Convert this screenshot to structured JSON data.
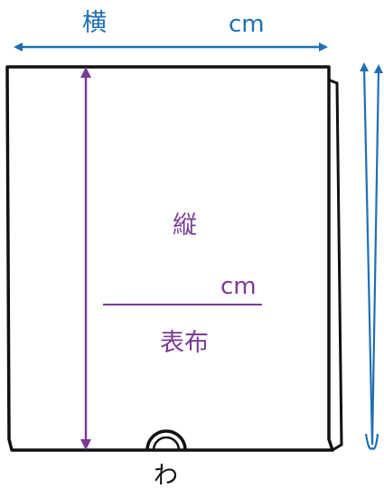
{
  "width_label": {
    "text": "横",
    "unit": "cm"
  },
  "height_label": {
    "text": "縦",
    "unit": "cm"
  },
  "fabric_label": "表布",
  "fold_label": "わ",
  "colors": {
    "blue": "#1f6fb5",
    "purple": "#7a3a96",
    "outline": "#111111"
  }
}
